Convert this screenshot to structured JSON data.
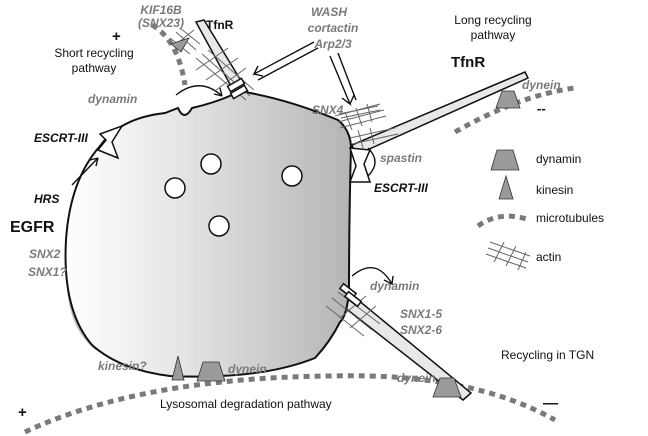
{
  "labels": {
    "kif16b": "KIF16B",
    "snx23": "(SNX23)",
    "tfnr_top": "TfnR",
    "short_recycling_l1": "Short recycling",
    "short_recycling_l2": "pathway",
    "plus_top": "+",
    "dynamin_top": "dynamin",
    "wash": "WASH",
    "cortactin": "cortactin",
    "arp23": "Arp2/3",
    "long_recycling_l1": "Long recycling",
    "long_recycling_l2": "pathway",
    "tfnr_right": "TfnR",
    "dynein_top": "dynein",
    "minus_top": "--",
    "snx4": "SNX4",
    "escrt_left": "ESCRT-III",
    "spastin": "spastin",
    "escrt_right": "ESCRT-III",
    "hrs": "HRS",
    "egfr": "EGFR",
    "snx2": "SNX2",
    "snx1": "SNX1?",
    "dynamin_tgn": "dynamin",
    "snx15": "SNX1-5",
    "snx26": "SNX2-6",
    "recycling_tgn": "Recycling in TGN",
    "kinesin_bottom": "kinesin?",
    "dynein_bottom": "dynein",
    "dynein_bottom_right": "dynein",
    "lysosomal": "Lysosomal degradation pathway",
    "plus_bottom": "+",
    "minus_bottom": "—"
  },
  "legend": {
    "dynamin_icon": "dynamin-icon",
    "kinesin_icon": "kinesin-icon",
    "microtubules_icon": "microtubule-icon",
    "actin_icon": "actin-icon",
    "items": [
      {
        "label": "dynamin"
      },
      {
        "label": "kinesin"
      },
      {
        "label": "microtubules"
      },
      {
        "label": "actin"
      }
    ]
  },
  "colors": {
    "endosome_light": "#ffffff",
    "endosome_dark": "#b9b9b9",
    "outline": "#111111",
    "gray_text": "#7a7a7a",
    "microtubule": "#7a7a7a",
    "protein_fill": "#9a9a9a",
    "egfr_membrane": "#bdbdbd"
  }
}
